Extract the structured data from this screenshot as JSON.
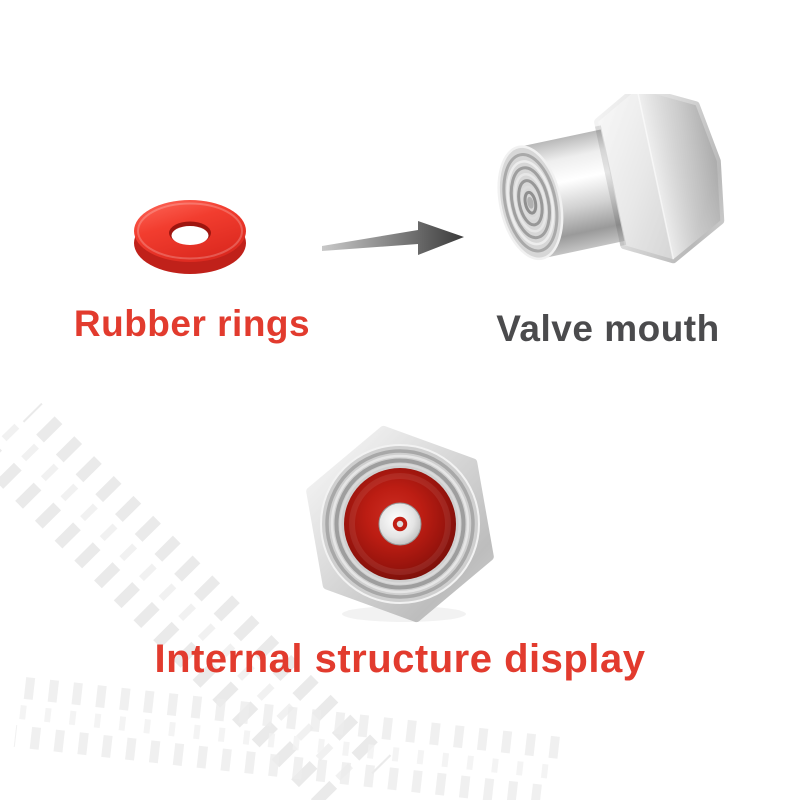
{
  "labels": {
    "rubber_rings": "Rubber rings",
    "valve_mouth": "Valve mouth",
    "internal_structure": "Internal structure display"
  },
  "colors": {
    "accent_red": "#e23b2e",
    "text_dark": "#4b4b4d",
    "rubber_red": "#ef3427",
    "metal_light": "#f2f2f2",
    "metal_dark": "#9a9a9a",
    "arrow_dark": "#3a3a3a",
    "track_gray": "#e7e7e7"
  },
  "icons": {
    "rubber_ring_graphic": "red-rubber-ring",
    "arrow_graphic": "arrow-right",
    "valve_cap_graphic": "metal-valve-cap-side",
    "internal_view_graphic": "valve-cap-internal-view",
    "background_graphic": "tire-track-pattern"
  }
}
